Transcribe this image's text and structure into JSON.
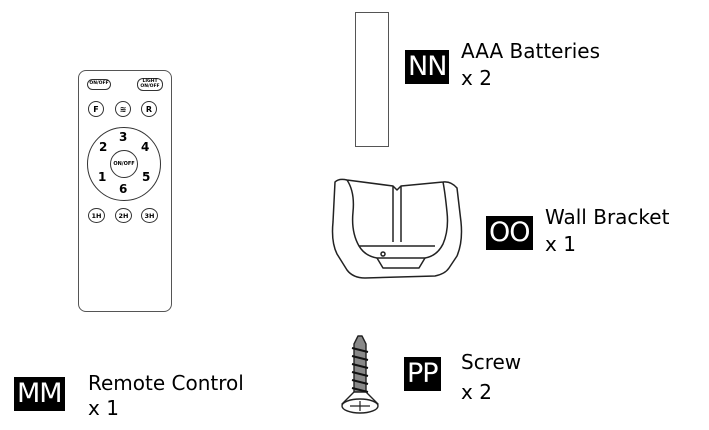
{
  "remote": {
    "tag": "MM",
    "name": "Remote Control",
    "qty": "x 1",
    "buttons": {
      "on_off": "ON/OFF",
      "light_on_off": "LIGHT ON/OFF",
      "f": "F",
      "r": "R",
      "center": "ON/OFF",
      "n1": "1",
      "n2": "2",
      "n3": "3",
      "n4": "4",
      "n5": "5",
      "n6": "6",
      "t1": "1H",
      "t2": "2H",
      "t3": "3H"
    }
  },
  "batteries": {
    "tag": "NN",
    "name": "AAA Batteries",
    "qty": "x 2"
  },
  "bracket": {
    "tag": "OO",
    "name": "Wall Bracket",
    "qty": "x 1"
  },
  "screw": {
    "tag": "PP",
    "name": "Screw",
    "qty": "x 2"
  }
}
